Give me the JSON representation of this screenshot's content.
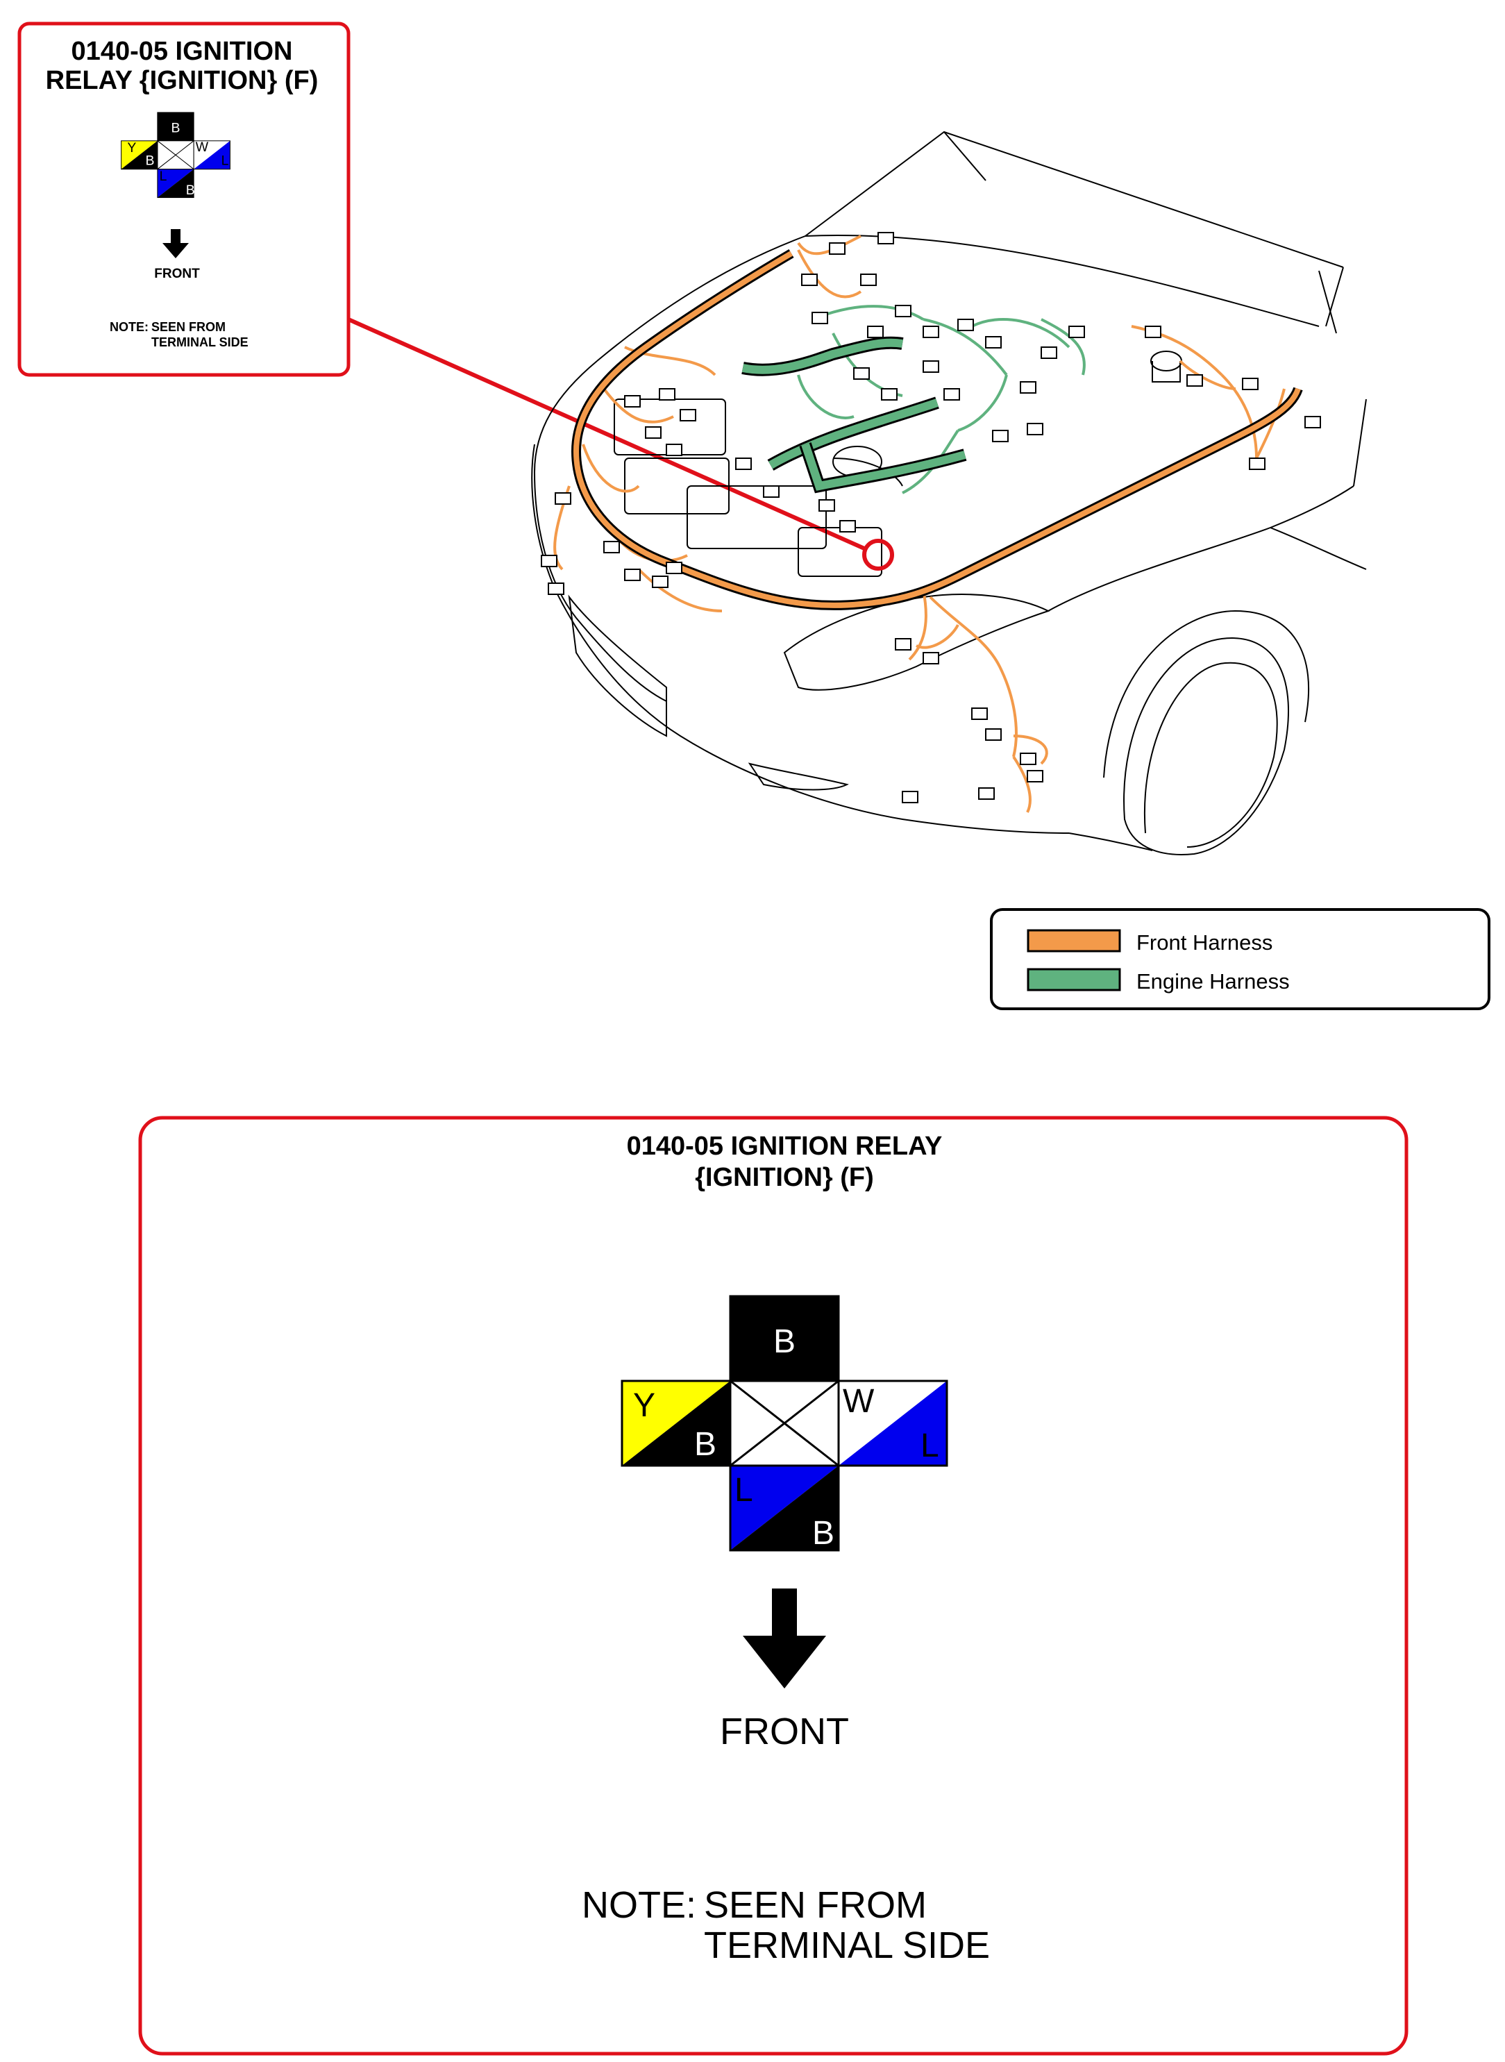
{
  "small_callout": {
    "title_line1": "0140-05 IGNITION",
    "title_line2": "RELAY {IGNITION} (F)",
    "front_label": "FRONT",
    "note_label": "NOTE:",
    "note_line1": "SEEN FROM",
    "note_line2": "TERMINAL SIDE"
  },
  "large_callout": {
    "title_line1": "0140-05 IGNITION RELAY",
    "title_line2": "{IGNITION} (F)",
    "front_label": "FRONT",
    "note_label": "NOTE:",
    "note_line1": "SEEN FROM",
    "note_line2": "TERMINAL SIDE"
  },
  "connector_pins": {
    "top": "B",
    "left_upper": "Y",
    "left_lower": "B",
    "right_upper": "W",
    "right_lower": "L",
    "bottom_upper": "L",
    "bottom_lower": "B"
  },
  "legend": {
    "items": [
      {
        "label": "Front Harness",
        "color": "#f39a4a"
      },
      {
        "label": "Engine Harness",
        "color": "#5fb27f"
      }
    ]
  },
  "colors": {
    "callout_border": "#e0101a",
    "front_harness": "#f39a4a",
    "engine_harness": "#5fb27f",
    "wire_yellow": "#ffff00",
    "wire_blue": "#0000ee",
    "wire_black": "#000000"
  }
}
